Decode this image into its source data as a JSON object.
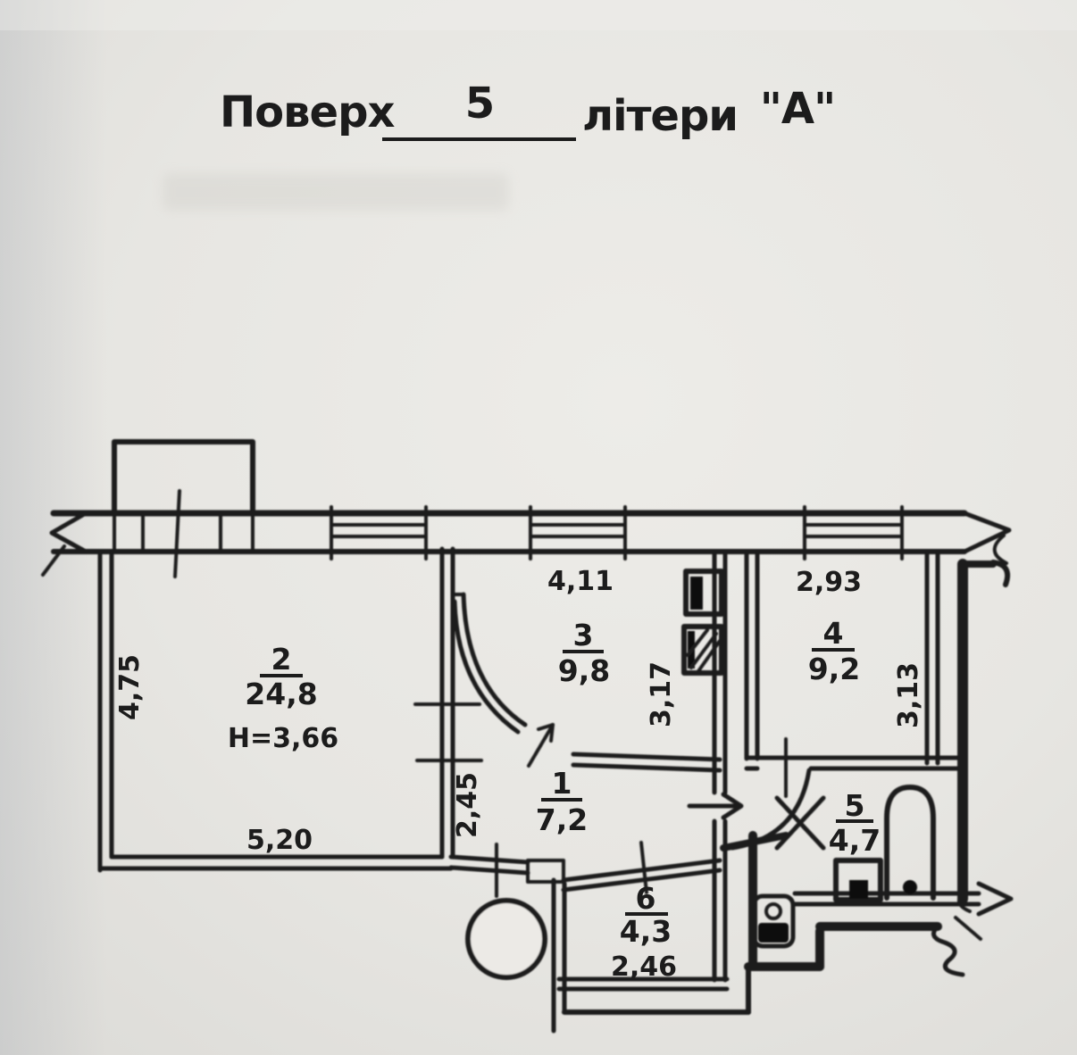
{
  "header": {
    "floor_label": "Поверх",
    "floor_value": "5",
    "letter_label": "літери",
    "letter_value": "\"А\""
  },
  "rooms": {
    "hall": {
      "number": "1",
      "area": "7,2",
      "depth": "2,45"
    },
    "living": {
      "number": "2",
      "area": "24,8",
      "ceiling": "H=3,66",
      "width": "5,20",
      "depth": "4,75"
    },
    "room3": {
      "number": "3",
      "area": "9,8",
      "width": "4,11",
      "depth": "3,17"
    },
    "room4": {
      "number": "4",
      "area": "9,2",
      "width": "2,93",
      "depth": "3,13"
    },
    "bathroom": {
      "number": "5",
      "area": "4,7"
    },
    "kitchen": {
      "number": "6",
      "area": "4,3",
      "width": "2,46"
    }
  },
  "colors": {
    "paper": "#e7e6e2",
    "ink": "#1e1e1e"
  }
}
